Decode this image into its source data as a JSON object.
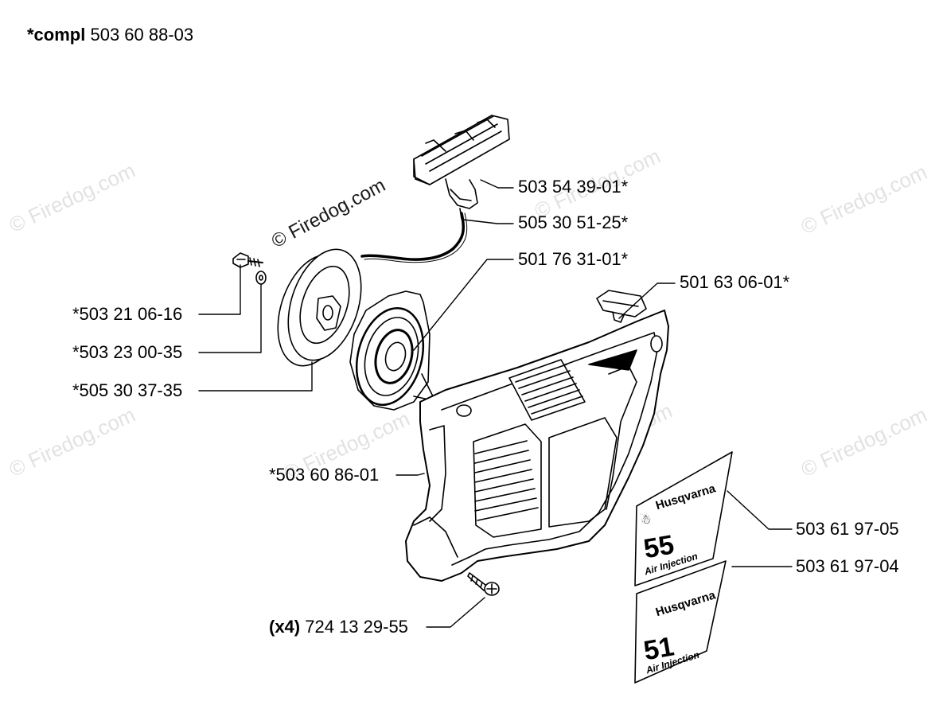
{
  "header": {
    "prefix": "*compl",
    "number": "503 60 88-03"
  },
  "watermark": "© Firedog.com",
  "parts": [
    {
      "id": "handle",
      "number": "503 54 39-01*"
    },
    {
      "id": "rope",
      "number": "505 30 51-25*"
    },
    {
      "id": "spring-cassette",
      "number": "501 76 31-01*"
    },
    {
      "id": "grommet",
      "number": "501 63 06-01*"
    },
    {
      "id": "screw",
      "number": "*503 21 06-16"
    },
    {
      "id": "washer",
      "number": "*503 23 00-35"
    },
    {
      "id": "pulley",
      "number": "*505 30 37-35"
    },
    {
      "id": "cover",
      "number": "*503 60 86-01"
    },
    {
      "id": "decal-55",
      "number": "503 61 97-05"
    },
    {
      "id": "decal-51",
      "number": "503 61 97-04"
    },
    {
      "id": "cover-screw",
      "qty": "(x4)",
      "number": "724 13 29-55"
    }
  ],
  "decals": [
    {
      "brand": "Husqvarna",
      "model": "55",
      "tagline": "Air Injection"
    },
    {
      "brand": "Husqvarna",
      "model": "51",
      "tagline": "Air Injection"
    }
  ],
  "colors": {
    "line": "#000000",
    "watermark": "#e2e2e2",
    "background": "#ffffff"
  }
}
